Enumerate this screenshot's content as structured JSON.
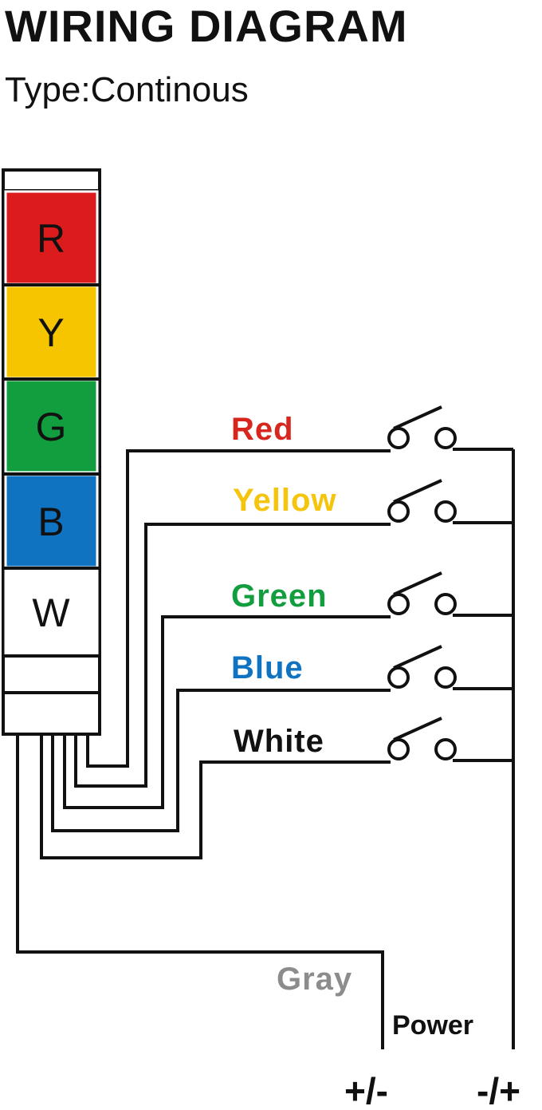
{
  "header": {
    "title": "WIRING DIAGRAM",
    "subtitle": "Type:Continous"
  },
  "tower": {
    "segments": [
      {
        "letter": "R",
        "color": "#dc1c1c"
      },
      {
        "letter": "Y",
        "color": "#f7c400"
      },
      {
        "letter": "G",
        "color": "#129e3f"
      },
      {
        "letter": "B",
        "color": "#0f73c1"
      },
      {
        "letter": "W",
        "color": "#ffffff"
      }
    ]
  },
  "wires": [
    {
      "label": "Red",
      "color": "#d7261e"
    },
    {
      "label": "Yellow",
      "color": "#f5c40c"
    },
    {
      "label": "Green",
      "color": "#129e3f"
    },
    {
      "label": "Blue",
      "color": "#0f73c1"
    },
    {
      "label": "White",
      "color": "#111111"
    }
  ],
  "common": {
    "label": "Gray",
    "color": "#8c8c8c"
  },
  "power": {
    "label": "Power",
    "terminal_left": "+/-",
    "terminal_right": "-/+"
  }
}
